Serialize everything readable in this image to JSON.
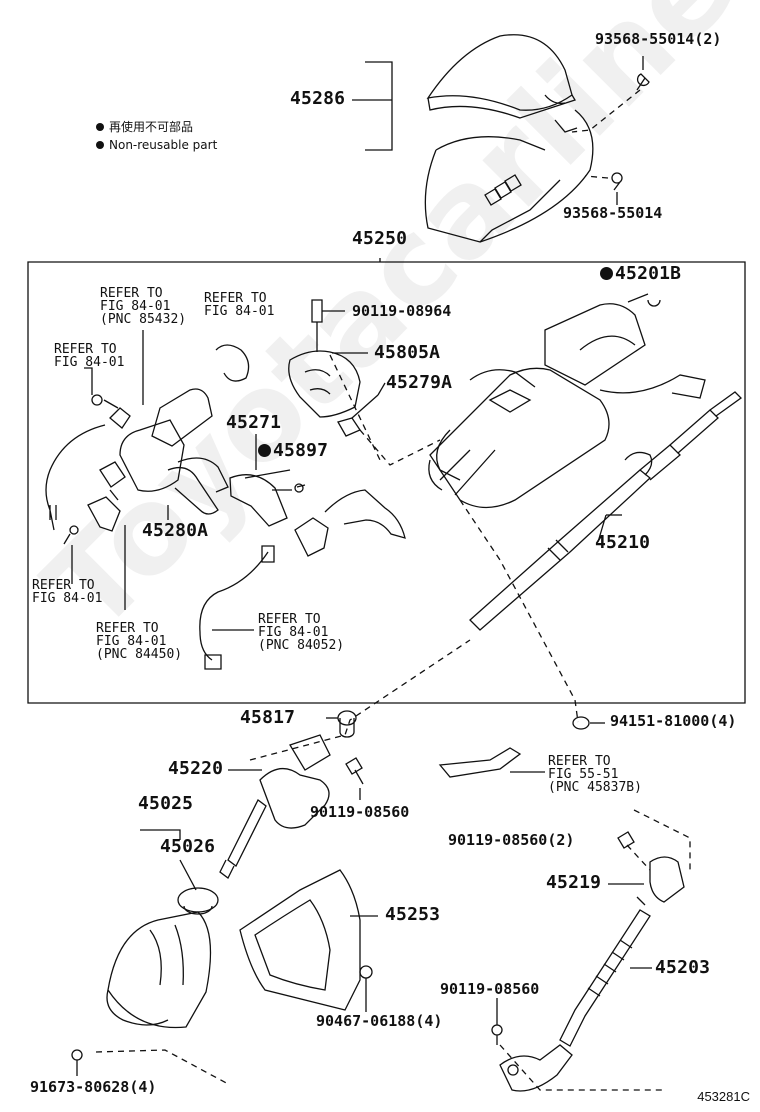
{
  "legend": {
    "ja": "再使用不可部品",
    "en": "Non-reusable part"
  },
  "labels": {
    "p45286": "45286",
    "p93568a": "93568-55014(2)",
    "p93568b": "93568-55014",
    "p45250": "45250",
    "p45201B": "45201B",
    "p90119_08964": "90119-08964",
    "p45805A": "45805A",
    "p45279A": "45279A",
    "p45271": "45271",
    "p45897": "45897",
    "p45280A": "45280A",
    "p45210": "45210",
    "p45817": "45817",
    "p94151": "94151-81000(4)",
    "p45220": "45220",
    "p90119_08560a": "90119-08560",
    "p45025": "45025",
    "p45026": "45026",
    "p45253": "45253",
    "p90119_08560b": "90119-08560(2)",
    "p45219": "45219",
    "p45203": "45203",
    "p90119_08560c": "90119-08560",
    "p90467": "90467-06188(4)",
    "p91673": "91673-80628(4)"
  },
  "refs": {
    "r1": "REFER TO\nFIG 84-01\n(PNC 85432)",
    "r2": "REFER TO\nFIG 84-01",
    "r3": "REFER TO\nFIG 84-01",
    "r4": "REFER TO\nFIG 84-01",
    "r5": "REFER TO\nFIG 84-01\n(PNC 84450)",
    "r6": "REFER TO\nFIG 84-01\n(PNC 84052)",
    "r7": "REFER TO\nFIG 55-51\n(PNC 45837B)"
  },
  "watermark": "Toyotacarline.ru",
  "figure_number": "453281C"
}
